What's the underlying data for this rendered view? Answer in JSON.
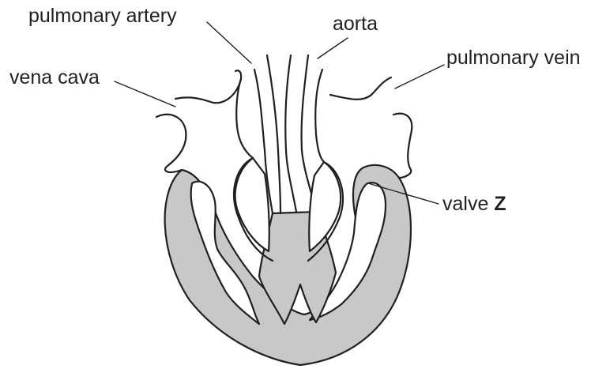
{
  "labels": {
    "pulmonary_artery": "pulmonary artery",
    "aorta": "aorta",
    "pulmonary_vein": "pulmonary vein",
    "vena_cava": "vena cava",
    "valve_prefix": "valve",
    "valve_letter": "Z"
  },
  "colors": {
    "tissue_fill": "#c8c8c8",
    "outline": "#231f20",
    "background": "#ffffff"
  }
}
